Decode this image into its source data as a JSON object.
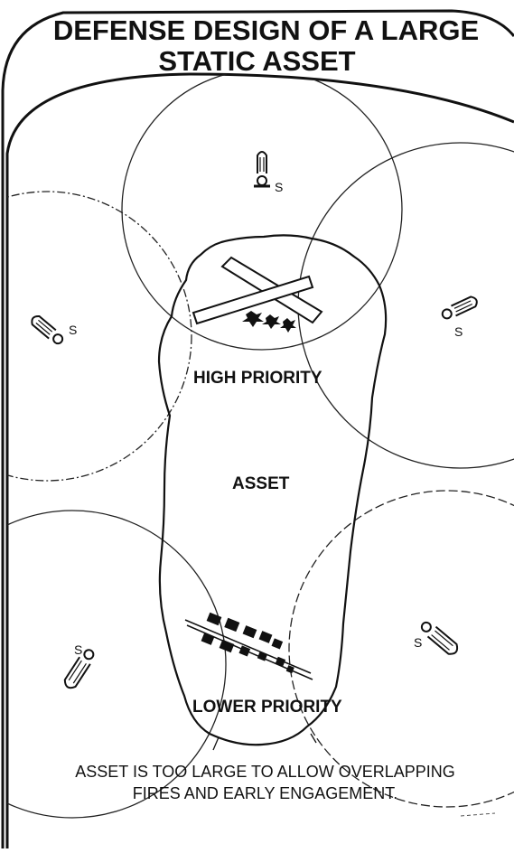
{
  "title": {
    "line1": "DEFENSE DESIGN OF A LARGE",
    "line2": "STATIC ASSET"
  },
  "labels": {
    "high_priority": "HIGH PRIORITY",
    "asset": "ASSET",
    "lower_priority": "LOWER PRIORITY"
  },
  "caption": {
    "line1": "ASSET IS TOO LARGE TO ALLOW OVERLAPPING",
    "line2": "FIRES AND EARLY ENGAGEMENT."
  },
  "launcher_mark": "S",
  "launcher_count": 5,
  "icons": [
    "launcher-icon",
    "runway-icon",
    "aircraft-icon",
    "building-cluster-icon"
  ],
  "colors": {
    "ink": "#111111",
    "background": "#ffffff"
  }
}
